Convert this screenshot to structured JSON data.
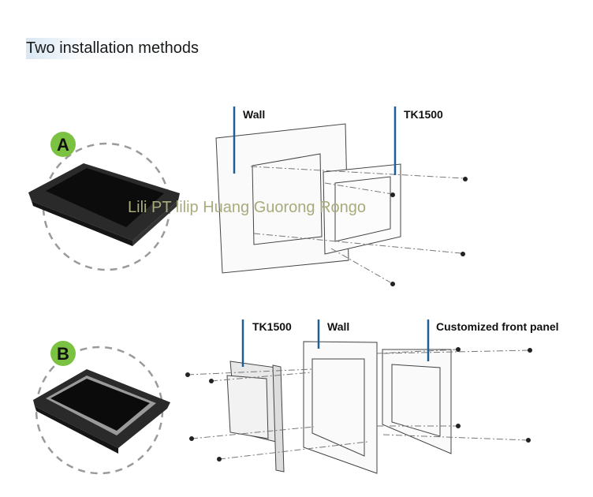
{
  "title": "Two installation methods",
  "watermark": "Lili PT lilip Huang Guorong Rongo",
  "method_a": {
    "badge": "A",
    "labels": {
      "wall": "Wall",
      "device": "TK1500"
    }
  },
  "method_b": {
    "badge": "B",
    "labels": {
      "device": "TK1500",
      "wall": "Wall",
      "panel": "Customized front panel"
    }
  },
  "colors": {
    "badge_green": "#7cc242",
    "leader_blue": "#1f5f95",
    "watermark": "#a9ab7c"
  }
}
